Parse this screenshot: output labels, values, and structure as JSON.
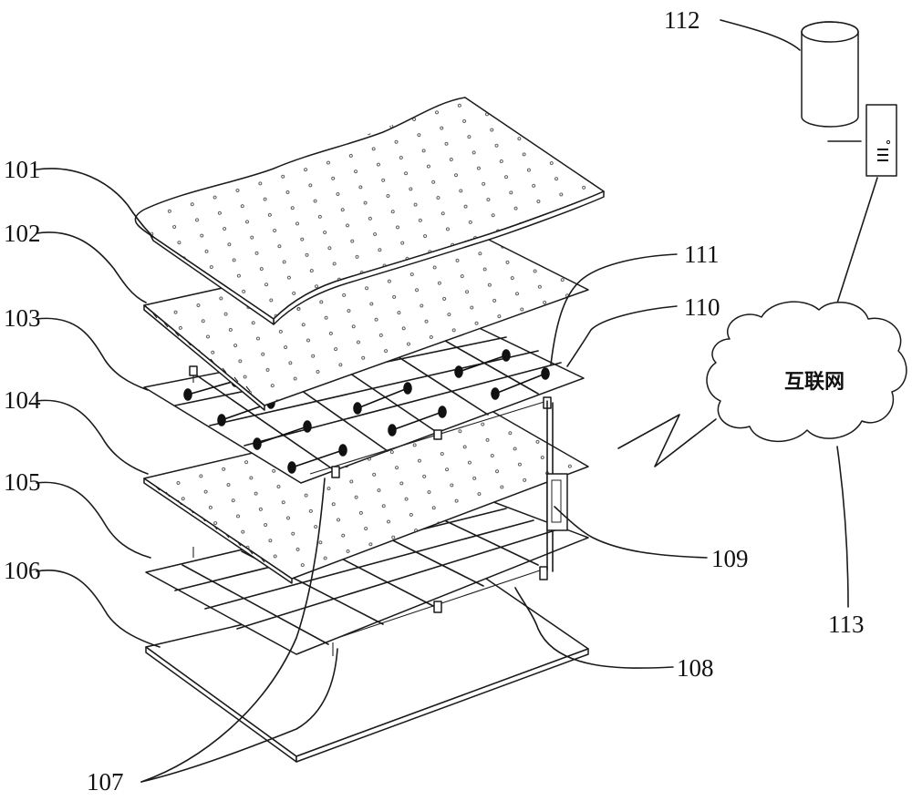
{
  "labels": {
    "l101": "101",
    "l102": "102",
    "l103": "103",
    "l104": "104",
    "l105": "105",
    "l106": "106",
    "l107": "107",
    "l108": "108",
    "l109": "109",
    "l110": "110",
    "l111": "111",
    "l112": "112",
    "l113": "113"
  },
  "cloud": {
    "text": "互联网"
  }
}
